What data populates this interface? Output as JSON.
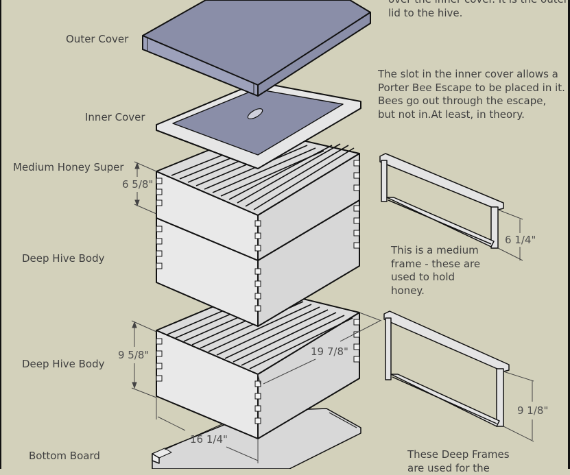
{
  "diagram": {
    "title": "Beehive exploded view",
    "colors": {
      "background": "#d3d1bb",
      "cover_blue": "#8a8ea8",
      "wood_light": "#e8e8e8",
      "wood_side": "#d6d6d6",
      "text": "#404040"
    },
    "labels": {
      "outer_cover": "Outer Cover",
      "inner_cover": "Inner Cover",
      "medium_honey_super": "Medium Honey Super",
      "deep_hive_body_1": "Deep Hive Body",
      "deep_hive_body_2": "Deep Hive Body",
      "bottom_board": "Bottom Board"
    },
    "dimensions": {
      "super_height": "6 5/8\"",
      "deep_height": "9 5/8\"",
      "box_length": "19 7/8\"",
      "box_width": "16 1/4\"",
      "medium_frame_height": "6 1/4\"",
      "deep_frame_height": "9 1/8\""
    },
    "notes": {
      "outer_cover_note_line1": "over the inner cover.  It is the outer",
      "outer_cover_note_line2": "lid to the hive.",
      "inner_cover_note": [
        "The slot in the inner cover allows a",
        "Porter Bee Escape to be placed in it.",
        "Bees go out through the escape,",
        "but not in.At least, in theory."
      ],
      "medium_frame_note": [
        "This is a medium",
        "frame - these are",
        "used to hold",
        "honey."
      ],
      "deep_frame_note": [
        "These Deep Frames",
        "are used for the"
      ]
    }
  }
}
